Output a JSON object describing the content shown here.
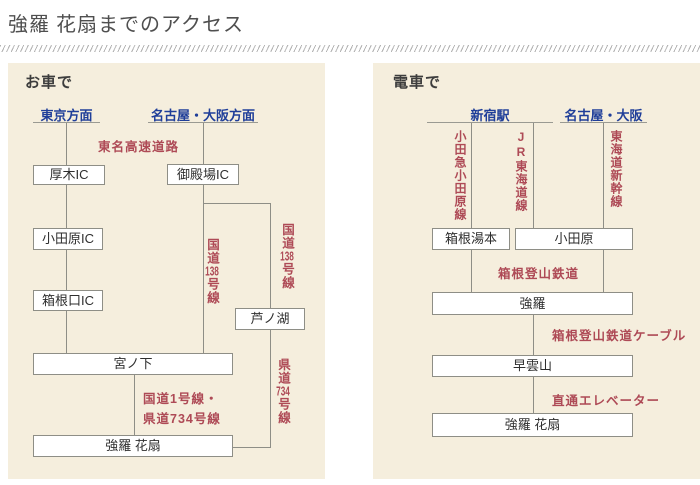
{
  "title": "強羅 花扇までのアクセス",
  "colors": {
    "panel_bg": "#f5eedd",
    "origin_blue": "#1f3e99",
    "route_red": "#ae4a56",
    "line_gray": "#8e8e86",
    "title_gray": "#4f4f4f"
  },
  "car": {
    "heading": "お車で",
    "origin_tokyo": "東京方面",
    "origin_nagoya_osaka": "名古屋・大阪方面",
    "road_tomei": "東名高速道路",
    "road_138": {
      "pre": "国道",
      "num": "138",
      "post": "号線"
    },
    "road_1_734": {
      "line1": "国道1号線・",
      "line2": "県道734号線"
    },
    "road_734": {
      "pre": "県道",
      "num": "734",
      "post": "号線"
    },
    "node_atsugi": "厚木IC",
    "node_gotemba": "御殿場IC",
    "node_odawara_ic": "小田原IC",
    "node_hakoneguchi_ic": "箱根口IC",
    "node_ashinoko": "芦ノ湖",
    "node_miyanoshita": "宮ノ下",
    "node_hanaougi": "強羅 花扇"
  },
  "train": {
    "heading": "電車で",
    "origin_shinjuku": "新宿駅",
    "origin_nagoya_osaka": "名古屋・大阪",
    "line_odakyu": "小田急小田原線",
    "line_jr": "JR東海道線",
    "line_shinkansen": "東海道新幹線",
    "line_tozan": "箱根登山鉄道",
    "line_cable": "箱根登山鉄道ケーブル",
    "line_elevator": "直通エレベーター",
    "node_hakoneyumoto": "箱根湯本",
    "node_odawara": "小田原",
    "node_gora": "強羅",
    "node_sounzan": "早雲山",
    "node_hanaougi": "強羅 花扇"
  }
}
